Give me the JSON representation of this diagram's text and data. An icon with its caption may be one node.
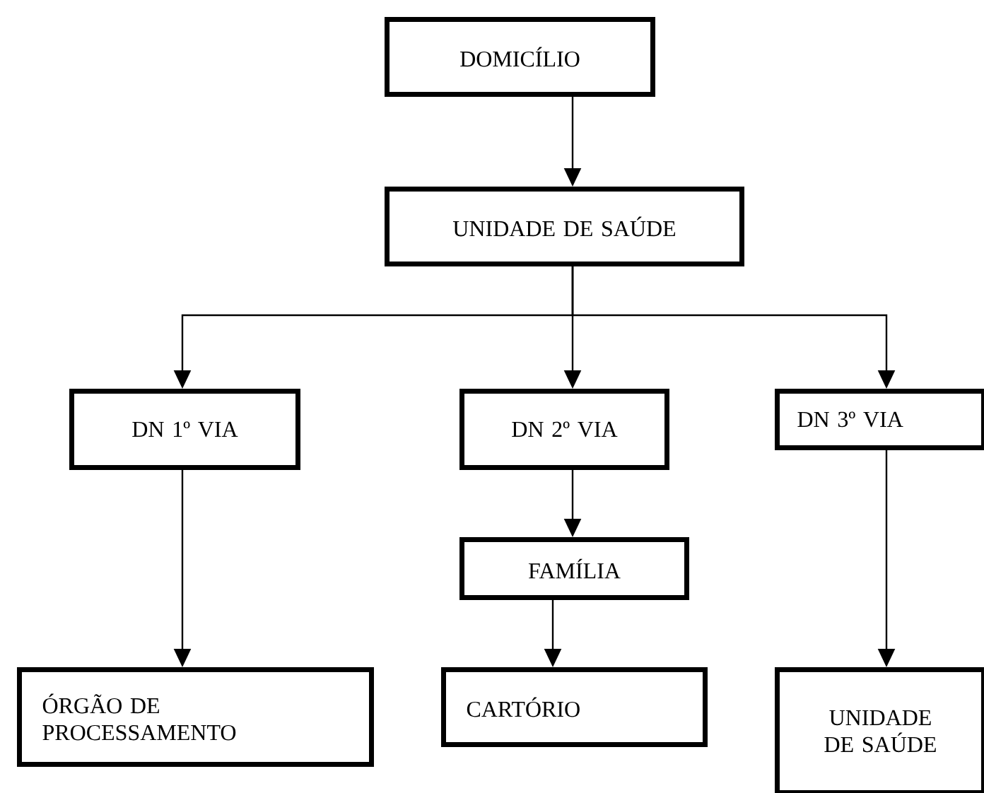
{
  "diagram": {
    "nodes": [
      {
        "text": [
          "DOMICÍLIO"
        ]
      },
      {
        "text": [
          "UNIDADE DE SAÚDE"
        ]
      },
      {
        "text": [
          "DN 1º VIA"
        ]
      },
      {
        "text": [
          "DN 2º VIA"
        ]
      },
      {
        "text": [
          "DN 3º VIA"
        ]
      },
      {
        "text": [
          "FAMÍLIA"
        ]
      },
      {
        "text": [
          "ÓRGÃO DE PROCESSAMENTO"
        ]
      },
      {
        "text": [
          "CARTÓRIO"
        ]
      },
      {
        "text": [
          "UNIDADE DE SAÚDE"
        ]
      }
    ],
    "edges": [
      {
        "from": 0,
        "to": 1,
        "arrow": "to"
      },
      {
        "from": 1,
        "to": 2,
        "arrow": "to"
      },
      {
        "from": 1,
        "to": 3,
        "arrow": "to"
      },
      {
        "from": 1,
        "to": 4,
        "arrow": "to"
      },
      {
        "from": 2,
        "to": 6,
        "arrow": "to"
      },
      {
        "from": 3,
        "to": 5,
        "arrow": "to"
      },
      {
        "from": 5,
        "to": 7,
        "arrow": "to"
      },
      {
        "from": 4,
        "to": 8,
        "arrow": "to"
      }
    ]
  }
}
